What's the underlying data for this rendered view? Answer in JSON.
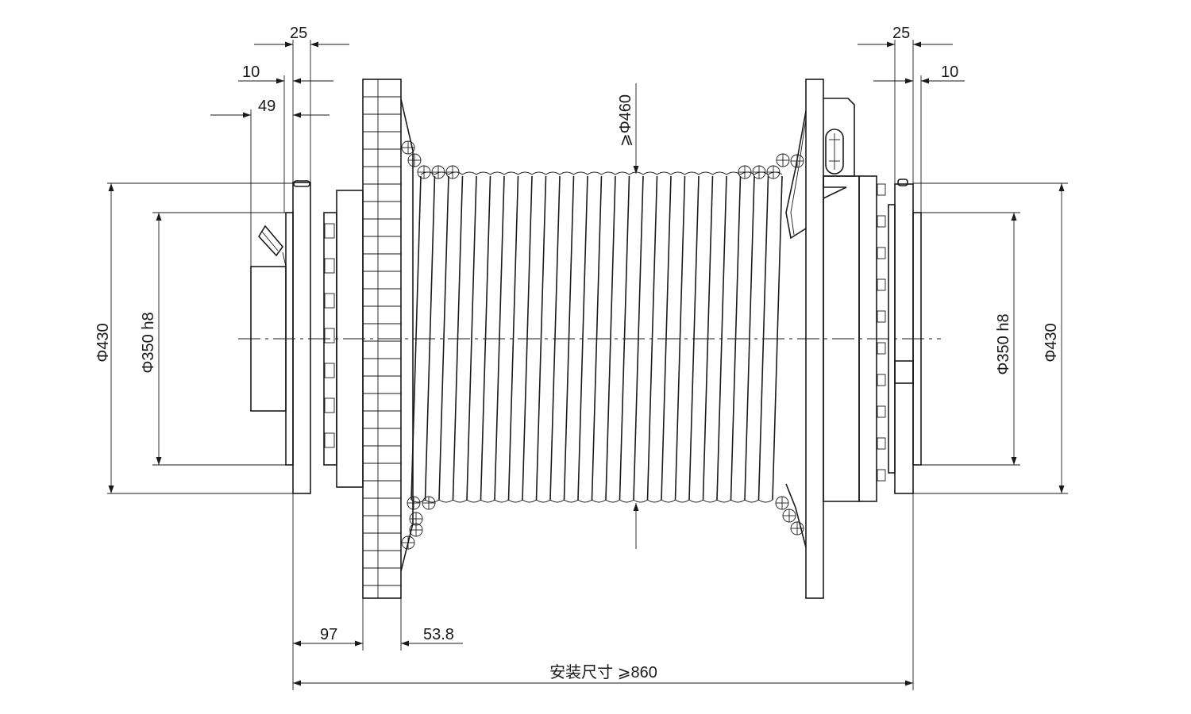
{
  "drawing": {
    "dimensions": {
      "top_left_25": "25",
      "top_left_10": "10",
      "top_left_49": "49",
      "top_right_25": "25",
      "top_right_10": "10",
      "left_outer_diameter": "Φ430",
      "left_inner_diameter": "Φ350 h8",
      "right_inner_diameter": "Φ350 h8",
      "right_outer_diameter": "Φ430",
      "drum_diameter": "⩾Φ460",
      "bottom_97": "97",
      "bottom_53_8": "53.8",
      "install_length": "安装尺寸 ⩾860"
    }
  }
}
